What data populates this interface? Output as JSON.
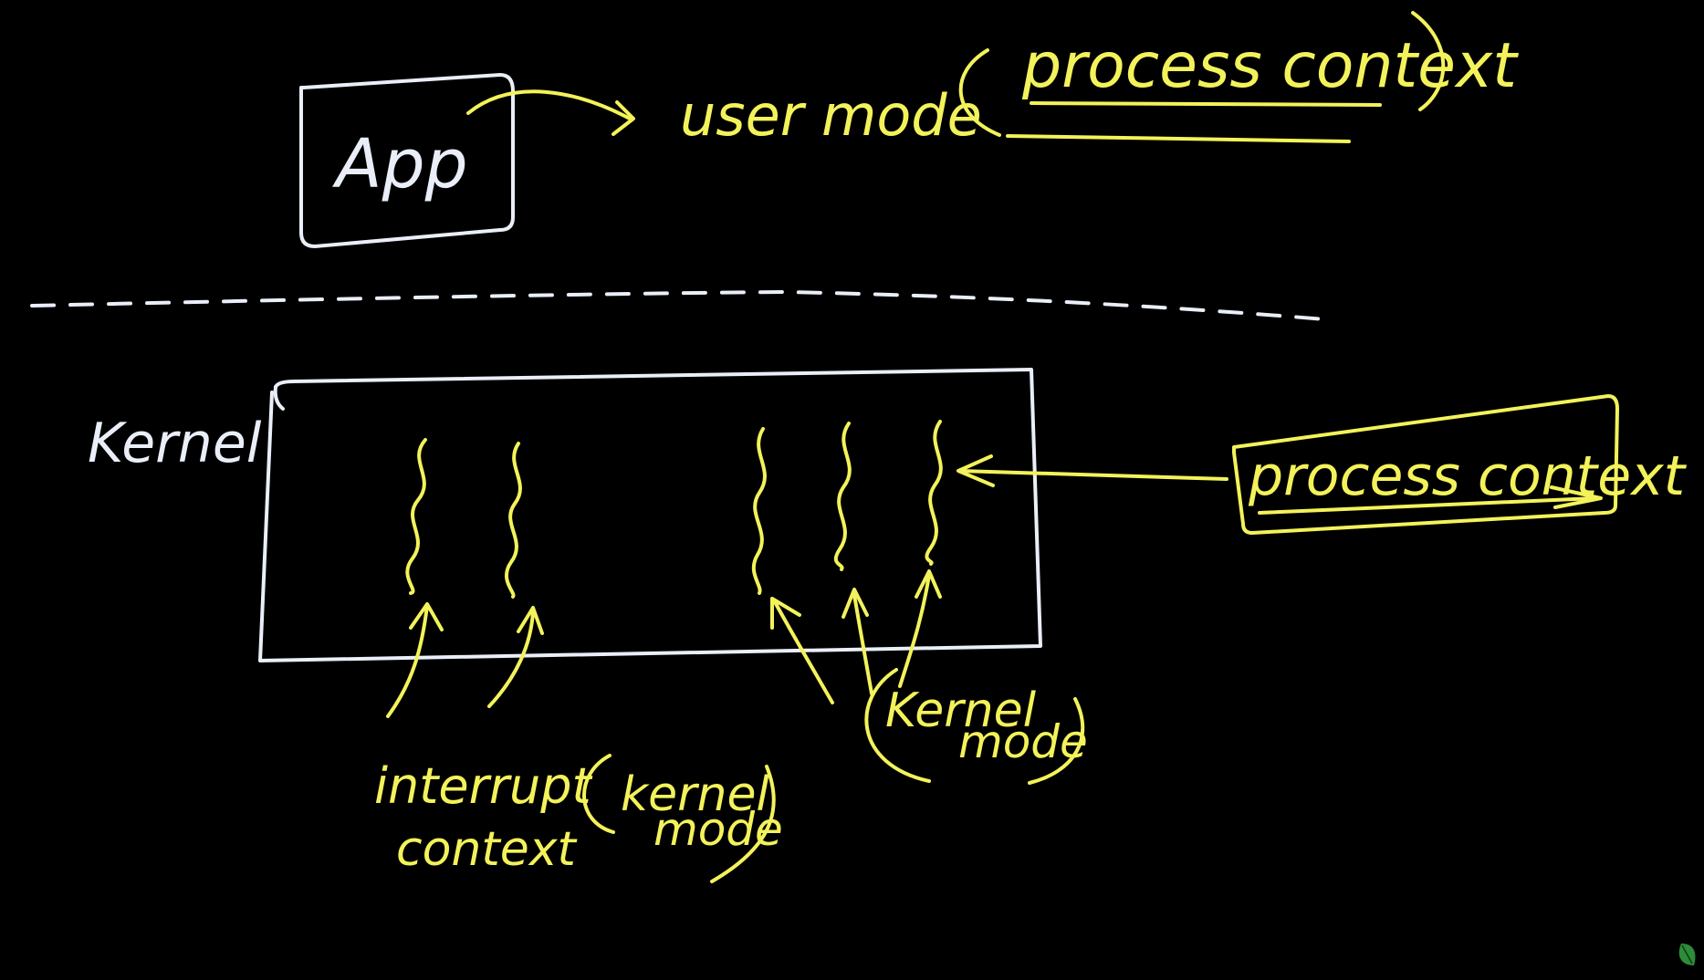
{
  "labels": {
    "app": "App",
    "user_mode": "user mode",
    "process_context_top": "process context",
    "kernel": "Kernel",
    "process_context_right": "process context",
    "interrupt_context_line1": "interrupt",
    "interrupt_context_line2": "context",
    "kernel_mode_left_line1": "kernel",
    "kernel_mode_left_line2": "mode",
    "kernel_mode_right_line1": "Kernel",
    "kernel_mode_right_line2": "mode"
  },
  "colors": {
    "background": "#000000",
    "white_ink": "#e9eef8",
    "yellow_ink": "#f3f25a"
  },
  "icons": {
    "corner_logo": "leaf-icon"
  }
}
